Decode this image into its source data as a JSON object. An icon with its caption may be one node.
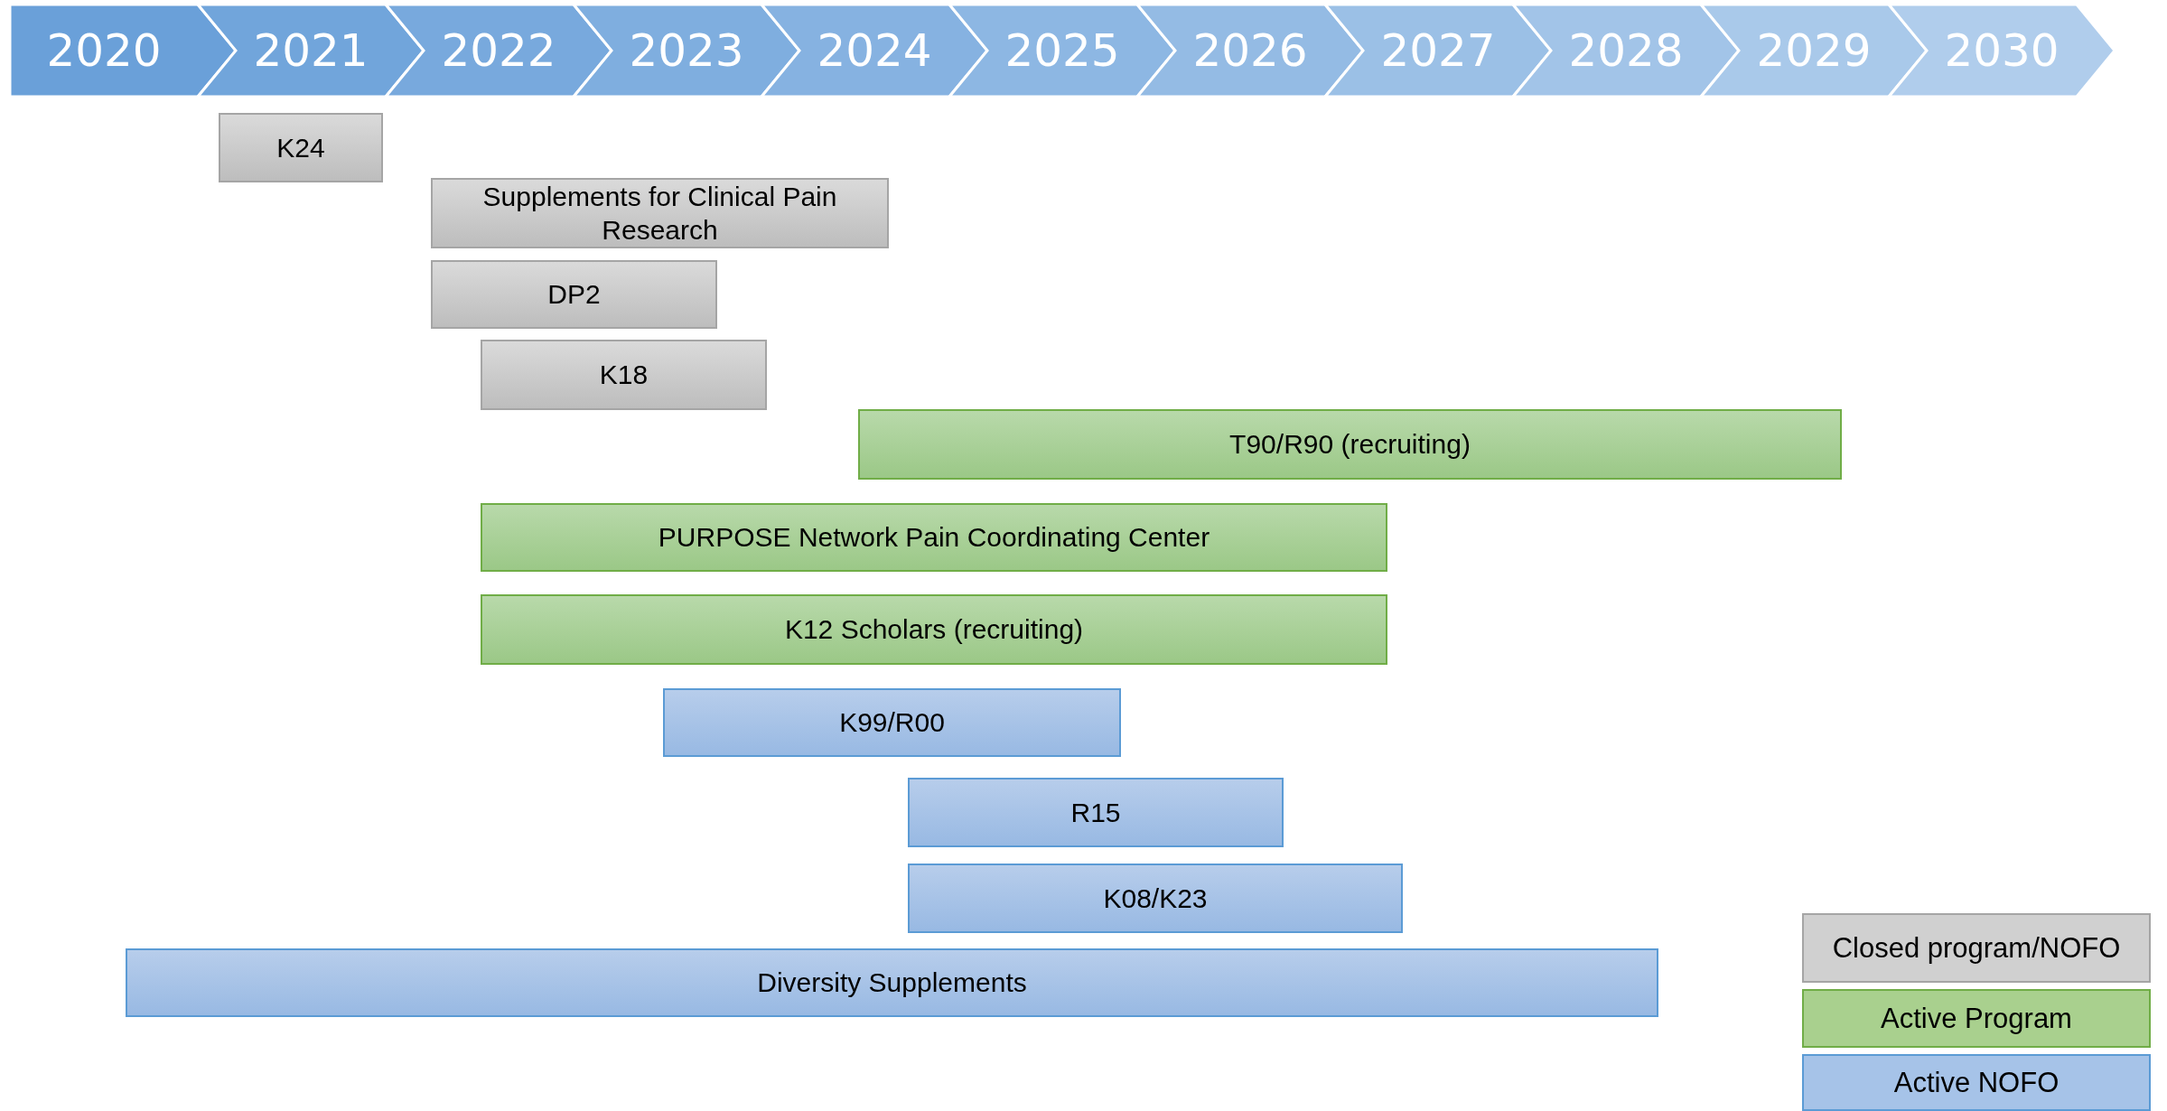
{
  "diagram": {
    "nodes": [
      {
        "text": [
          "K24"
        ]
      },
      {
        "text": [
          "Supplements for Clinical Pain Research"
        ]
      },
      {
        "text": [
          "DP2"
        ]
      },
      {
        "text": [
          "K18"
        ]
      },
      {
        "text": [
          "T90/R90 (recruiting)"
        ]
      },
      {
        "text": [
          "PURPOSE Network Pain Coordinating Center"
        ]
      },
      {
        "text": [
          "K12 Scholars (recruiting)"
        ]
      },
      {
        "text": [
          "K99/R00"
        ]
      },
      {
        "text": [
          "R15"
        ]
      },
      {
        "text": [
          "K08/K23"
        ]
      },
      {
        "text": [
          "Diversity Supplements"
        ]
      }
    ],
    "edges": [],
    "labels": [
      "2020",
      "2021",
      "2022",
      "2023",
      "2024",
      "2025",
      "2026",
      "2027",
      "2028",
      "2029",
      "2030"
    ],
    "legend": [
      {
        "text": "Closed program/NOFO",
        "color": "#d0d0d0"
      },
      {
        "text": "Active Program",
        "color": "#a9d08e"
      },
      {
        "text": "Active NOFO",
        "color": "#a6c3e8"
      }
    ]
  }
}
